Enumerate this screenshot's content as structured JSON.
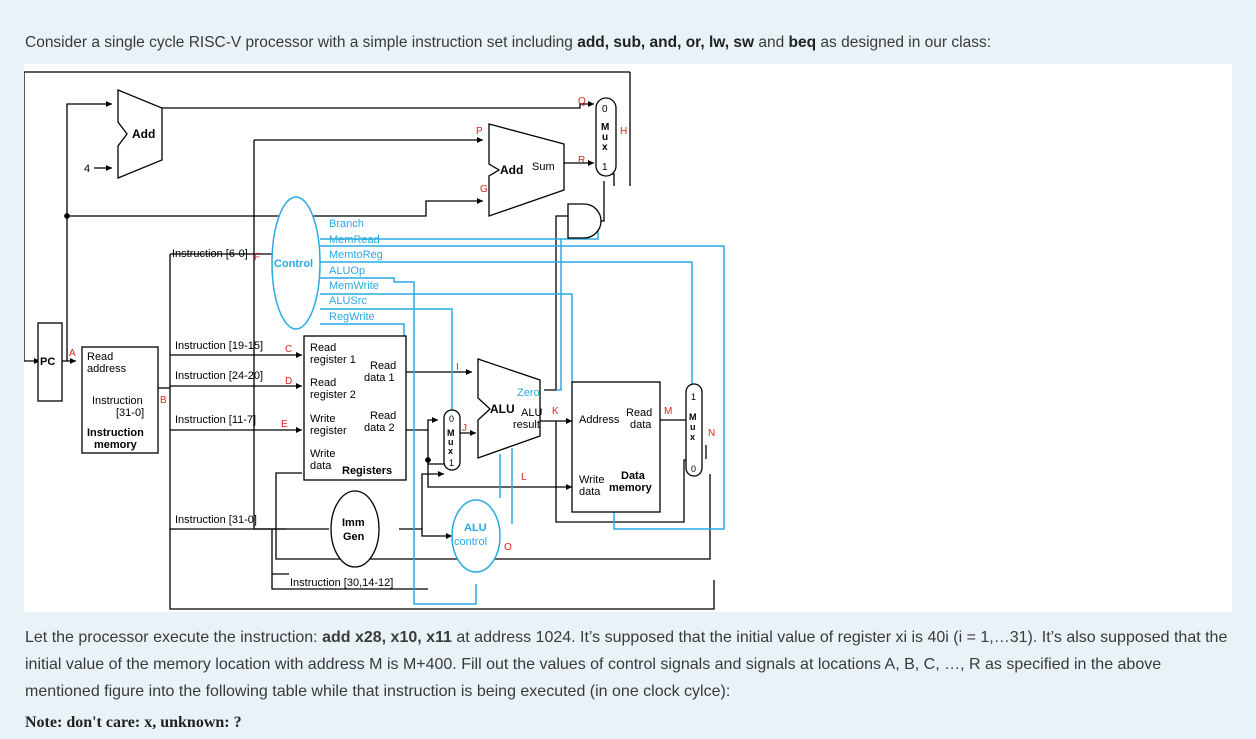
{
  "intro": {
    "prefix": "Consider a single cycle RISC-V processor with a simple instruction set including ",
    "instructions": "add, sub, and, or, lw, sw",
    "conj": " and ",
    "last": "beq",
    "suffix": " as designed in our class:"
  },
  "diagram": {
    "blocks": {
      "add_top": "Add",
      "four": "4",
      "pc": "PC",
      "read_address": [
        "Read",
        "address"
      ],
      "instruction_out": [
        "Instruction",
        "[31-0]"
      ],
      "instruction_memory": [
        "Instruction",
        "memory"
      ],
      "control": "Control",
      "add_sum": "Add",
      "sum": "Sum",
      "read_reg1": [
        "Read",
        "register 1"
      ],
      "read_reg2": [
        "Read",
        "register 2"
      ],
      "write_reg": [
        "Write",
        "register"
      ],
      "write_data": [
        "Write",
        "data"
      ],
      "read_data1": [
        "Read",
        "data 1"
      ],
      "read_data2": [
        "Read",
        "data 2"
      ],
      "registers": "Registers",
      "imm_gen": [
        "Imm",
        "Gen"
      ],
      "alu": "ALU",
      "zero": "Zero",
      "alu_result": [
        "ALU",
        "result"
      ],
      "alu_control": [
        "ALU",
        "control"
      ],
      "address": "Address",
      "read_data": [
        "Read",
        "data"
      ],
      "mem_write_data": [
        "Write",
        "data"
      ],
      "data_memory": [
        "Data",
        "memory"
      ],
      "mux_letters": [
        "M",
        "u",
        "x"
      ],
      "mux_0": "0",
      "mux_1": "1"
    },
    "control_signals": [
      "Branch",
      "MemRead",
      "MemtoReg",
      "ALUOp",
      "MemWrite",
      "ALUSrc",
      "RegWrite"
    ],
    "field_labels": {
      "opcode": "Instruction [6-0]",
      "rs1": "Instruction [19-15]",
      "rs2": "Instruction [24-20]",
      "rd": "Instruction [11-7]",
      "imm": "Instruction [31-0]",
      "funct": "Instruction [30,14-12]"
    },
    "point_labels": [
      "A",
      "B",
      "C",
      "D",
      "E",
      "F",
      "G",
      "H",
      "I",
      "J",
      "K",
      "L",
      "M",
      "N",
      "O",
      "P",
      "Q",
      "R"
    ],
    "colors": {
      "wire": "#000000",
      "control": "#29aae1",
      "point_label": "#e02020",
      "background": "#ffffff"
    }
  },
  "paragraph": {
    "p1": "Let the processor execute the instruction: ",
    "instr": "add x28, x10, x11",
    "p2": " at address 1024. It’s supposed that the initial value of register xi is 40i (i = 1,…31). It’s also supposed that the initial value of the memory location with address M is M+400. Fill out the values of control signals and signals at locations A, B, C, …, R as specified in the above mentioned figure into the following table while that instruction is being executed (in one clock cylce):"
  },
  "note": "Note: don't care: x, unknown: ?"
}
